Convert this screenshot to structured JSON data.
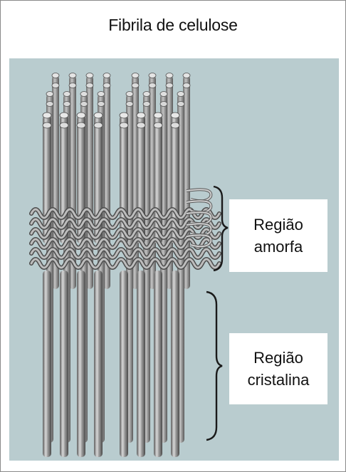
{
  "title": "Fibrila de celulose",
  "regions": {
    "amorphous": {
      "line1": "Região",
      "line2": "amorfa"
    },
    "crystalline": {
      "line1": "Região",
      "line2": "cristalina"
    }
  },
  "colors": {
    "background": "#b9cccf",
    "fiber": "#8e8e8e",
    "fiber_highlight": "#d6d6d6",
    "fiber_shadow": "#5a5a5a",
    "bracket": "#1a1a1a"
  }
}
